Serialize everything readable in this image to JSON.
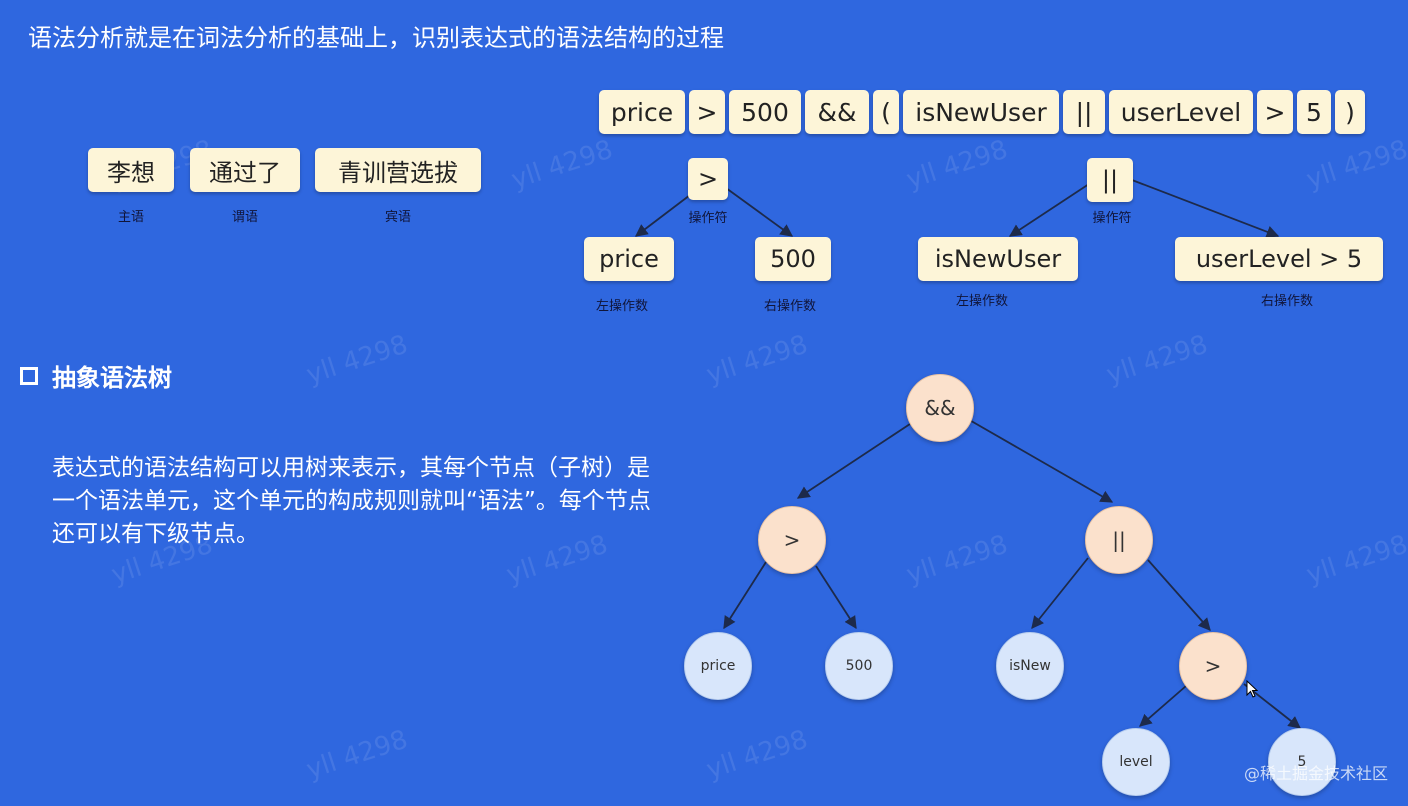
{
  "title": "语法分析就是在词法分析的基础上，识别表达式的语法结构的过程",
  "tokens": [
    "price",
    ">",
    "500",
    "&&",
    "(",
    "isNewUser",
    "||",
    "userLevel",
    ">",
    "5",
    ")"
  ],
  "sentence": {
    "words": [
      "李想",
      "通过了",
      "青训营选拔"
    ],
    "roles": [
      "主语",
      "谓语",
      "宾语"
    ]
  },
  "subtree_left": {
    "op": ">",
    "op_caption": "操作符",
    "left": "price",
    "left_caption": "左操作数",
    "right": "500",
    "right_caption": "右操作数"
  },
  "subtree_right": {
    "op": "||",
    "op_caption": "操作符",
    "left": "isNewUser",
    "left_caption": "左操作数",
    "right": "userLevel > 5",
    "right_caption": "右操作数"
  },
  "section": {
    "heading": "抽象语法树",
    "paragraph": "表达式的语法结构可以用树来表示，其每个节点（子树）是一个语法单元，这个单元的构成规则就叫“语法”。每个节点还可以有下级节点。"
  },
  "ast": {
    "root": "&&",
    "gt1": ">",
    "or": "||",
    "price": "price",
    "n500": "500",
    "isNew": "isNew",
    "gt2": ">",
    "level": "level",
    "five": "5"
  },
  "watermark": "yll 4298",
  "credit": "@稀土掘金技术社区",
  "colors": {
    "background": "#2f67df",
    "token_bg": "#fdf5d8",
    "operator_node": "#fbe1cc",
    "leaf_node": "#d8e6fb"
  }
}
